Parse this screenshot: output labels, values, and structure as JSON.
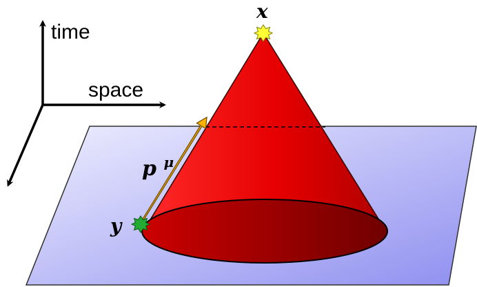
{
  "axes": {
    "time_label": "time",
    "space_label": "space"
  },
  "labels": {
    "apex": "x",
    "base_point": "y",
    "momentum": "p",
    "momentum_superscript": "μ"
  },
  "colors": {
    "plane_light": "#eeeeff",
    "plane_dark": "#8f8ff0",
    "cone_light": "#ff2a2a",
    "cone_dark": "#b00000",
    "base_light": "#cc0000",
    "base_dark": "#700000",
    "arrow_fill": "#ffb300",
    "arrow_outline": "#6b4a00",
    "apex_star": "#ffff33",
    "base_star": "#22aa33"
  }
}
